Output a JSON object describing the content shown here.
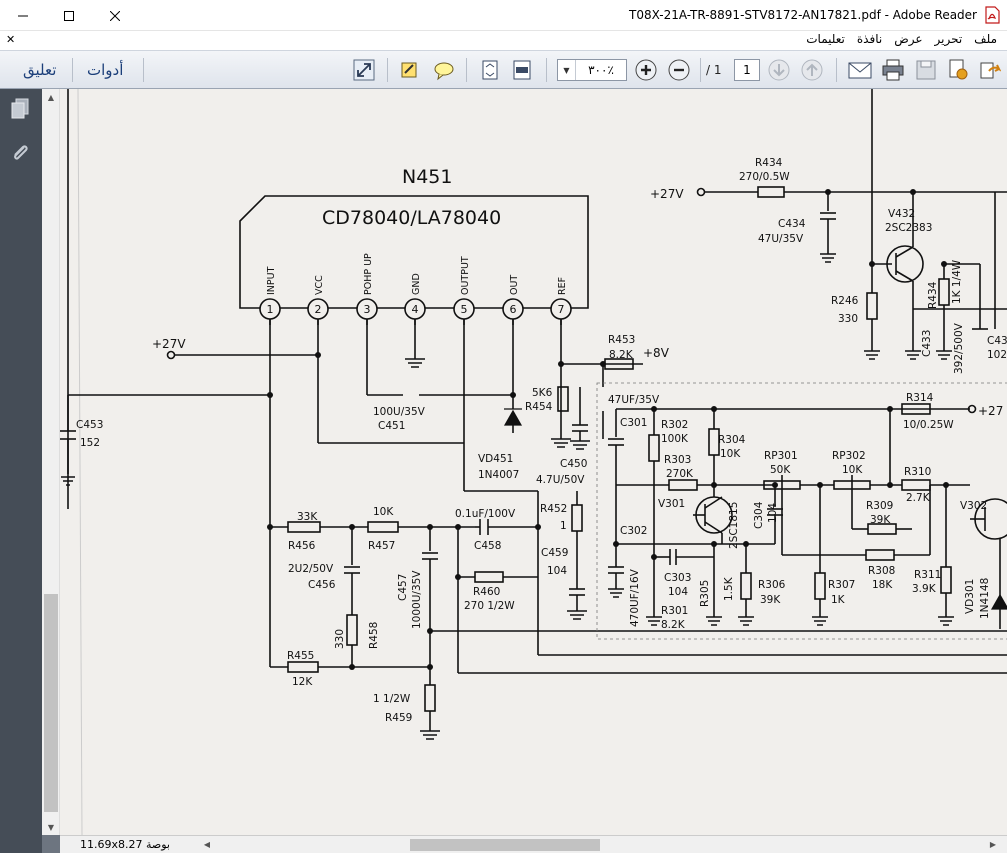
{
  "window": {
    "title": "T08X-21A-TR-8891-STV8172-AN17821.pdf - Adobe Reader"
  },
  "menu": {
    "items": [
      "ملف",
      "تحرير",
      "عرض",
      "نافذة",
      "تعليمات"
    ]
  },
  "toolbar": {
    "comment_label": "تعليق",
    "tools_label": "أدوات",
    "zoom_value": "٣٠٠٪",
    "page_number": "1",
    "page_total": "/ 1"
  },
  "status": {
    "page_size": "11.69x8.27 بوصة"
  },
  "icons": {
    "minimize": "minimize-icon",
    "maximize": "maximize-icon",
    "close": "close-icon",
    "pdf": "pdf-icon",
    "pages": "pages-icon",
    "attachments": "attachment-icon"
  },
  "schematic": {
    "ic_ref": "N451",
    "ic_name": "CD78040/LA78040",
    "pins": [
      {
        "num": "1",
        "name": "INPUT"
      },
      {
        "num": "2",
        "name": "VCC"
      },
      {
        "num": "3",
        "name": "POHP UP"
      },
      {
        "num": "4",
        "name": "GND"
      },
      {
        "num": "5",
        "name": "OUTPUT"
      },
      {
        "num": "6",
        "name": "OUT"
      },
      {
        "num": "7",
        "name": "REF"
      }
    ],
    "labels": {
      "v27_left": "+27V",
      "v27_top": "+27V",
      "v27_right": "+27",
      "v8": "+8V",
      "r434_top": "R434",
      "r434_top_val": "270/0.5W",
      "c434": "C434",
      "c434_val": "47U/35V",
      "v432": "V432",
      "v432_part": "2SC2383",
      "r246": "R246",
      "r246_val": "330",
      "r434_side": "R434",
      "r434_side_val": "1K 1/4W",
      "c433": "C433",
      "c433_val": "392/500V",
      "c43x": "C43",
      "c43x_val": "102",
      "r453": "R453",
      "r453_val": "8.2K",
      "r454_val": "5K6",
      "r454": "R454",
      "c451_val": "100U/35V",
      "c451": "C451",
      "vd451": "VD451",
      "vd451_part": "1N4007",
      "c450": "C450",
      "c450_val": "4.7U/50V",
      "c453": "C453",
      "c453_val": "152",
      "r456_val": "33K",
      "r456": "R456",
      "r457_val": "10K",
      "r457": "R457",
      "c458_val": "0.1uF/100V",
      "c458": "C458",
      "r452": "R452",
      "r452_val": "1",
      "c459": "C459",
      "c459_val": "104",
      "c456_val": "2U2/50V",
      "c456": "C456",
      "r458_val": "330",
      "r458": "R458",
      "c457": "C457",
      "c457_val": "1000U/35V",
      "r460": "R460",
      "r460_val": "270  1/2W",
      "r455": "R455",
      "r455_val": "12K",
      "r459_val": "1 1/2W",
      "r459": "R459",
      "c301_val": "47UF/35V",
      "c301": "C301",
      "r302": "R302",
      "r302_val": "100K",
      "r304": "R304",
      "r304_val": "10K",
      "r303": "R303",
      "r303_val": "270K",
      "v301": "V301",
      "v301_part": "2SC1815",
      "c304": "C304",
      "c304_val": "104",
      "rp301": "RP301",
      "rp301_val": "50K",
      "rp302": "RP302",
      "rp302_val": "10K",
      "r314": "R314",
      "r314_val": "10/0.25W",
      "r310": "R310",
      "r310_val": "2.7K",
      "r309": "R309",
      "r309_val": "39K",
      "v302": "V302",
      "c302": "C302",
      "c303": "C303",
      "c303_val": "104",
      "r305": "R305",
      "r305_val": "1.5K",
      "r306": "R306",
      "r306_val": "39K",
      "r307": "R307",
      "r307_val": "1K",
      "r308": "R308",
      "r308_val": "18K",
      "r311": "R311",
      "r311_val": "3.9K",
      "vd301": "VD301",
      "vd301_part": "1N4148",
      "c302_val": "470UF/16V",
      "r301": "R301",
      "r301_val": "8.2K"
    }
  }
}
